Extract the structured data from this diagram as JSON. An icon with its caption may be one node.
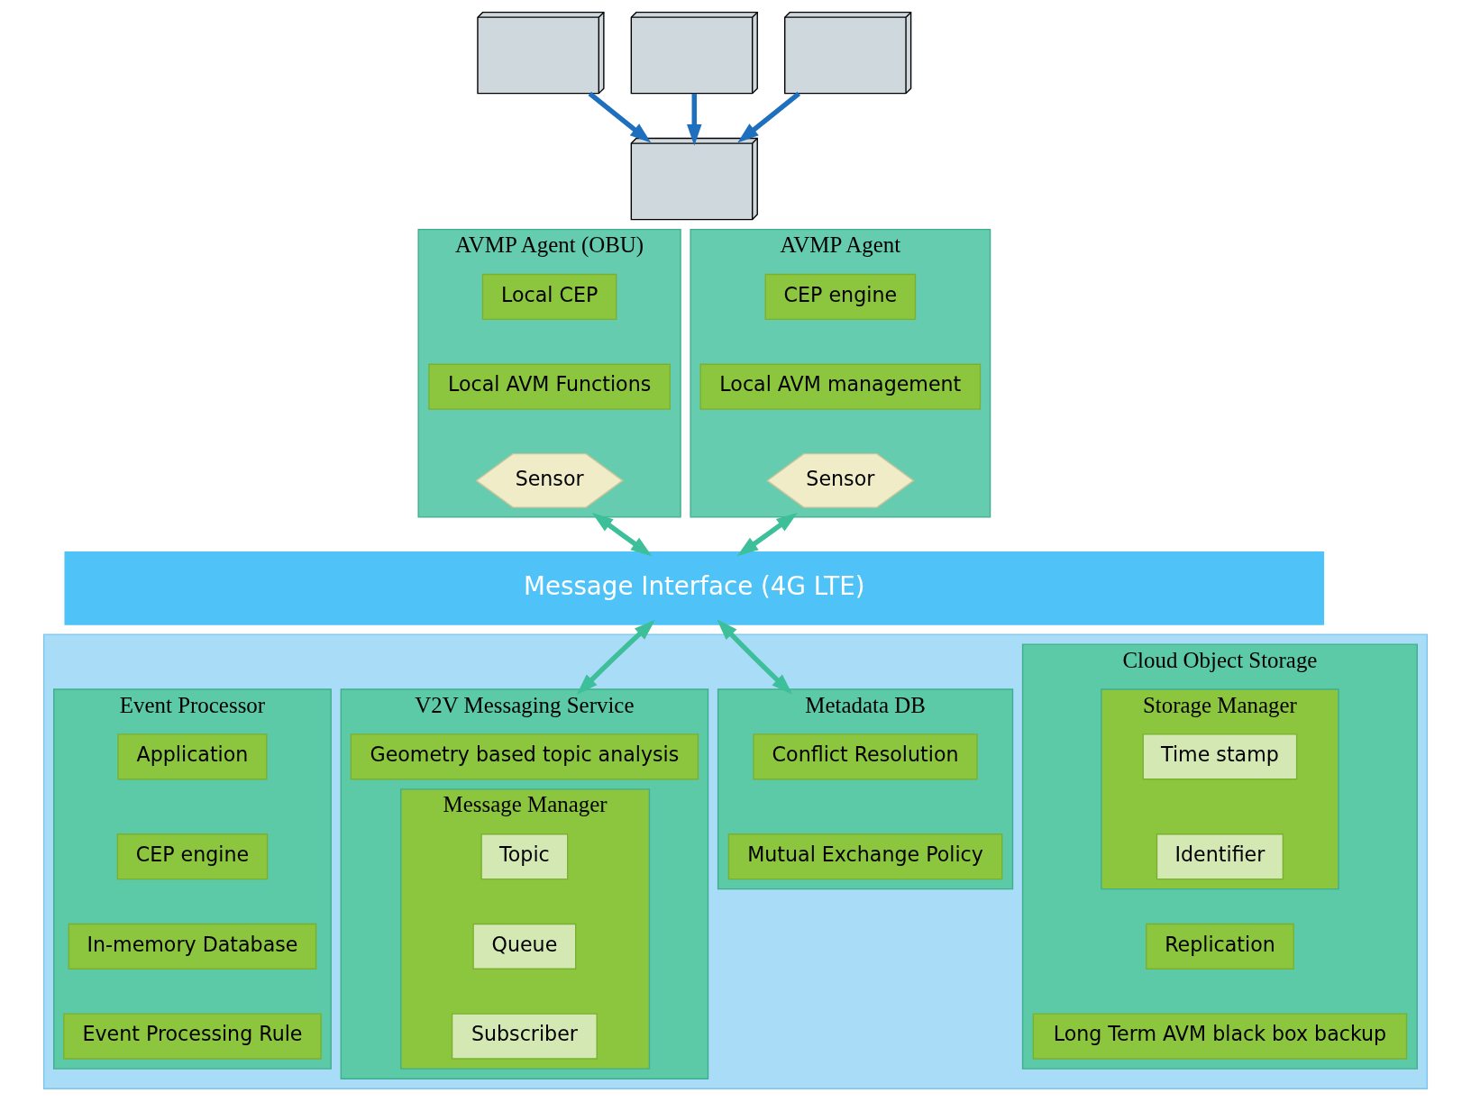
{
  "diagram": {
    "nodes": [
      {
        "text": [
          "AVMP Agent (OBU)"
        ]
      },
      {
        "text": [
          "Local CEP"
        ],
        "in": 0
      },
      {
        "text": [
          "Local AVM Functions"
        ],
        "in": 0
      },
      {
        "text": [
          "Sensor"
        ],
        "in": 0
      },
      {
        "text": [
          "AVMP Agent"
        ]
      },
      {
        "text": [
          "CEP engine"
        ],
        "in": 4
      },
      {
        "text": [
          "Local AVM management"
        ],
        "in": 4
      },
      {
        "text": [
          "Sensor"
        ],
        "in": 4
      },
      {
        "text": [
          "Message Interface (4G LTE)"
        ]
      },
      {
        "text": [],
        "shape": "box"
      },
      {
        "text": [
          "Cloud Object Storage"
        ],
        "in": 9
      },
      {
        "text": [
          "Storage Manager"
        ],
        "in": 10
      },
      {
        "text": [
          "Time stamp"
        ],
        "in": 11
      },
      {
        "text": [
          "Identifier"
        ],
        "in": 11
      },
      {
        "text": [
          "Replication"
        ],
        "in": 10
      },
      {
        "text": [
          "Long Term AVM black box backup"
        ],
        "in": 10
      },
      {
        "text": [
          "Metadata DB"
        ],
        "in": 9
      },
      {
        "text": [
          "Conflict Resolution"
        ],
        "in": 16
      },
      {
        "text": [
          "Mutual Exchange Policy"
        ],
        "in": 16
      },
      {
        "text": [
          "V2V Messaging Service"
        ],
        "in": 9
      },
      {
        "text": [
          "Geometry based topic analysis"
        ],
        "in": 19
      },
      {
        "text": [
          "Message Manager"
        ],
        "in": 19
      },
      {
        "text": [
          "Topic"
        ],
        "in": 21
      },
      {
        "text": [
          "Queue"
        ],
        "in": 21
      },
      {
        "text": [
          "Subscriber"
        ],
        "in": 21
      },
      {
        "text": [
          "Event Processor"
        ],
        "in": 9
      },
      {
        "text": [
          "Application"
        ],
        "in": 25
      },
      {
        "text": [
          "CEP engine"
        ],
        "in": 25
      },
      {
        "text": [
          "In-memory Database"
        ],
        "in": 25
      },
      {
        "text": [
          "Event Processing Rule"
        ],
        "in": 25
      },
      {
        "text": [],
        "shape": "picture"
      },
      {
        "text": [],
        "shape": "picture"
      },
      {
        "text": [],
        "shape": "picture"
      },
      {
        "text": [],
        "shape": "picture"
      }
    ],
    "edges": [
      {
        "from": 30,
        "to": 33,
        "arrow": "to",
        "color": "#1f6fbf"
      },
      {
        "from": 31,
        "to": 33,
        "arrow": "to",
        "color": "#1f6fbf"
      },
      {
        "from": 32,
        "to": 33,
        "arrow": "to",
        "color": "#1f6fbf"
      },
      {
        "from": 0,
        "to": 8,
        "arrow": "both"
      },
      {
        "from": 4,
        "to": 8,
        "arrow": "both"
      },
      {
        "from": 8,
        "to": 16,
        "arrow": "both"
      },
      {
        "from": 8,
        "to": 19,
        "arrow": "both"
      }
    ]
  }
}
